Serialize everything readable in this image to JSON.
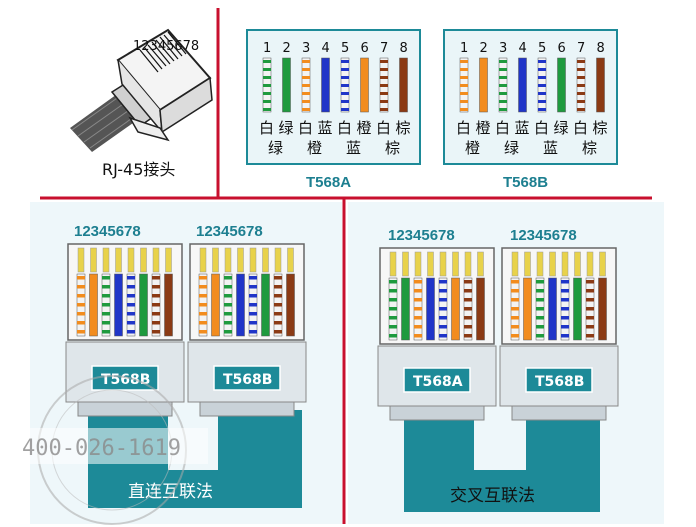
{
  "rj45": {
    "pins_label": "12345678",
    "caption": "RJ-45接头"
  },
  "standards": {
    "t568a": {
      "name": "T568A",
      "pin_numbers": [
        "1",
        "2",
        "3",
        "4",
        "5",
        "6",
        "7",
        "8"
      ],
      "top_row": [
        "白",
        "绿",
        "白",
        "蓝",
        "白",
        "橙",
        "白",
        "棕"
      ],
      "bottom_row": [
        "绿",
        "",
        "橙",
        "",
        "蓝",
        "",
        "棕",
        ""
      ]
    },
    "t568b": {
      "name": "T568B",
      "pin_numbers": [
        "1",
        "2",
        "3",
        "4",
        "5",
        "6",
        "7",
        "8"
      ],
      "top_row": [
        "白",
        "橙",
        "白",
        "蓝",
        "白",
        "绿",
        "白",
        "棕"
      ],
      "bottom_row": [
        "橙",
        "",
        "绿",
        "",
        "蓝",
        "",
        "棕",
        ""
      ]
    }
  },
  "straight": {
    "plug_left": {
      "pins_label": "12345678",
      "label": "T568B"
    },
    "plug_right": {
      "pins_label": "12345678",
      "label": "T568B"
    },
    "caption": "直连互联法"
  },
  "cross": {
    "plug_left": {
      "pins_label": "12345678",
      "label": "T568A"
    },
    "plug_right": {
      "pins_label": "12345678",
      "label": "T568B"
    },
    "caption": "交叉互联法"
  },
  "watermark": {
    "phone": "400-026-1619"
  },
  "colors": {
    "divider": "#c8102e",
    "panel": "#e8f4f7",
    "teal": "#1d8a98",
    "wire_white": "#f3f3f3",
    "wire_orange": "#f28c1e",
    "wire_green": "#1f9a3e",
    "wire_blue": "#2035c8",
    "wire_brown": "#8b3a14"
  }
}
